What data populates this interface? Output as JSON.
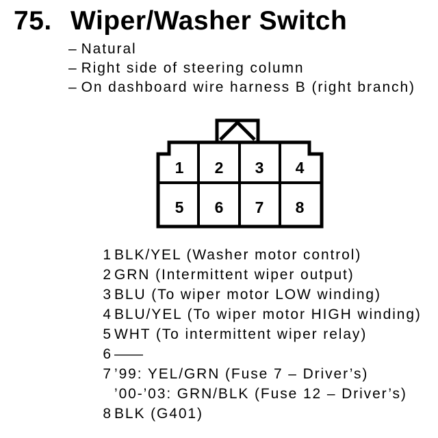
{
  "header": {
    "number": "75.",
    "title": "Wiper/Washer Switch"
  },
  "marker": "–",
  "attributes": [
    "Natural",
    "Right side of steering column",
    "On dashboard wire harness B (right branch)"
  ],
  "connector": {
    "pins": [
      "1",
      "2",
      "3",
      "4",
      "5",
      "6",
      "7",
      "8"
    ]
  },
  "pinout": {
    "rows": [
      {
        "num": "1",
        "text": "BLK/YEL (Washer motor control)"
      },
      {
        "num": "2",
        "text": "GRN (Intermittent wiper output)"
      },
      {
        "num": "3",
        "text": "BLU (To wiper motor LOW winding)"
      },
      {
        "num": "4",
        "text": "BLU/YEL (To wiper motor HIGH winding)"
      },
      {
        "num": "5",
        "text": "WHT (To intermittent wiper relay)"
      },
      {
        "num": "6",
        "text": "——"
      },
      {
        "num": "7",
        "text": "’99: YEL/GRN (Fuse 7 – Driver’s)"
      },
      {
        "num": "",
        "text": "’00-’03: GRN/BLK (Fuse 12 – Driver’s)"
      },
      {
        "num": "8",
        "text": "BLK (G401)"
      }
    ]
  },
  "colors": {
    "ink": "#000000",
    "paper": "#ffffff"
  }
}
